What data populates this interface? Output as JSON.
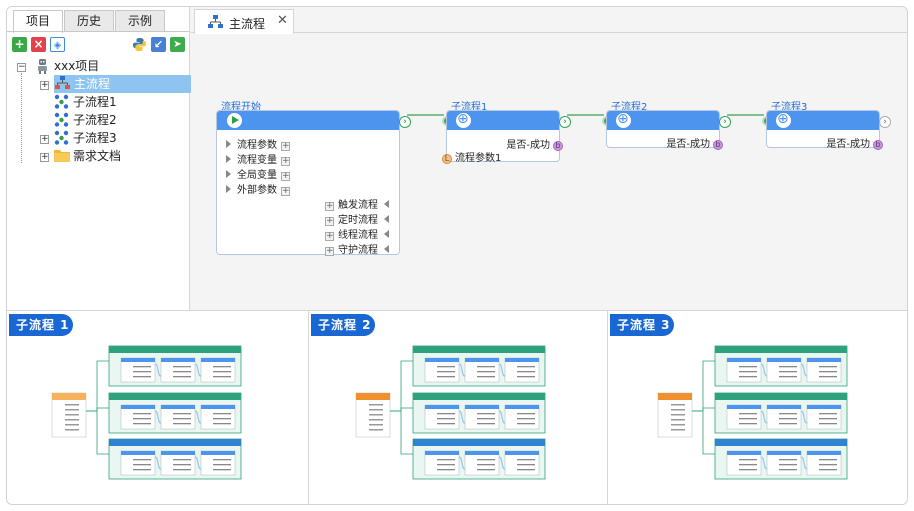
{
  "left_panel": {
    "tabs": [
      "项目",
      "历史",
      "示例"
    ],
    "active_tab": "项目",
    "tree": {
      "root": "xxx项目",
      "items": [
        {
          "label": "主流程",
          "selected": true
        },
        {
          "label": "子流程1"
        },
        {
          "label": "子流程2"
        },
        {
          "label": "子流程3"
        },
        {
          "label": "需求文档"
        }
      ]
    }
  },
  "editor": {
    "tab_label": "主流程",
    "start_node": {
      "title": "流程开始",
      "rows": [
        "流程参数",
        "流程变量",
        "全局变量",
        "外部参数"
      ],
      "right_rows": [
        "触发流程",
        "定时流程",
        "线程流程",
        "守护流程"
      ]
    },
    "sub_nodes": [
      {
        "title": "子流程1",
        "result": "是否-成功",
        "param": "流程参数1"
      },
      {
        "title": "子流程2",
        "result": "是否-成功"
      },
      {
        "title": "子流程3",
        "result": "是否-成功"
      }
    ],
    "badge_b": "b",
    "badge_l": "L"
  },
  "previews": [
    "子流程 1",
    "子流程 2",
    "子流程 3"
  ],
  "colors": {
    "accent": "#4c94ee",
    "badge": "#1967d2",
    "green": "#37a24f",
    "orange": "#f0912e"
  }
}
